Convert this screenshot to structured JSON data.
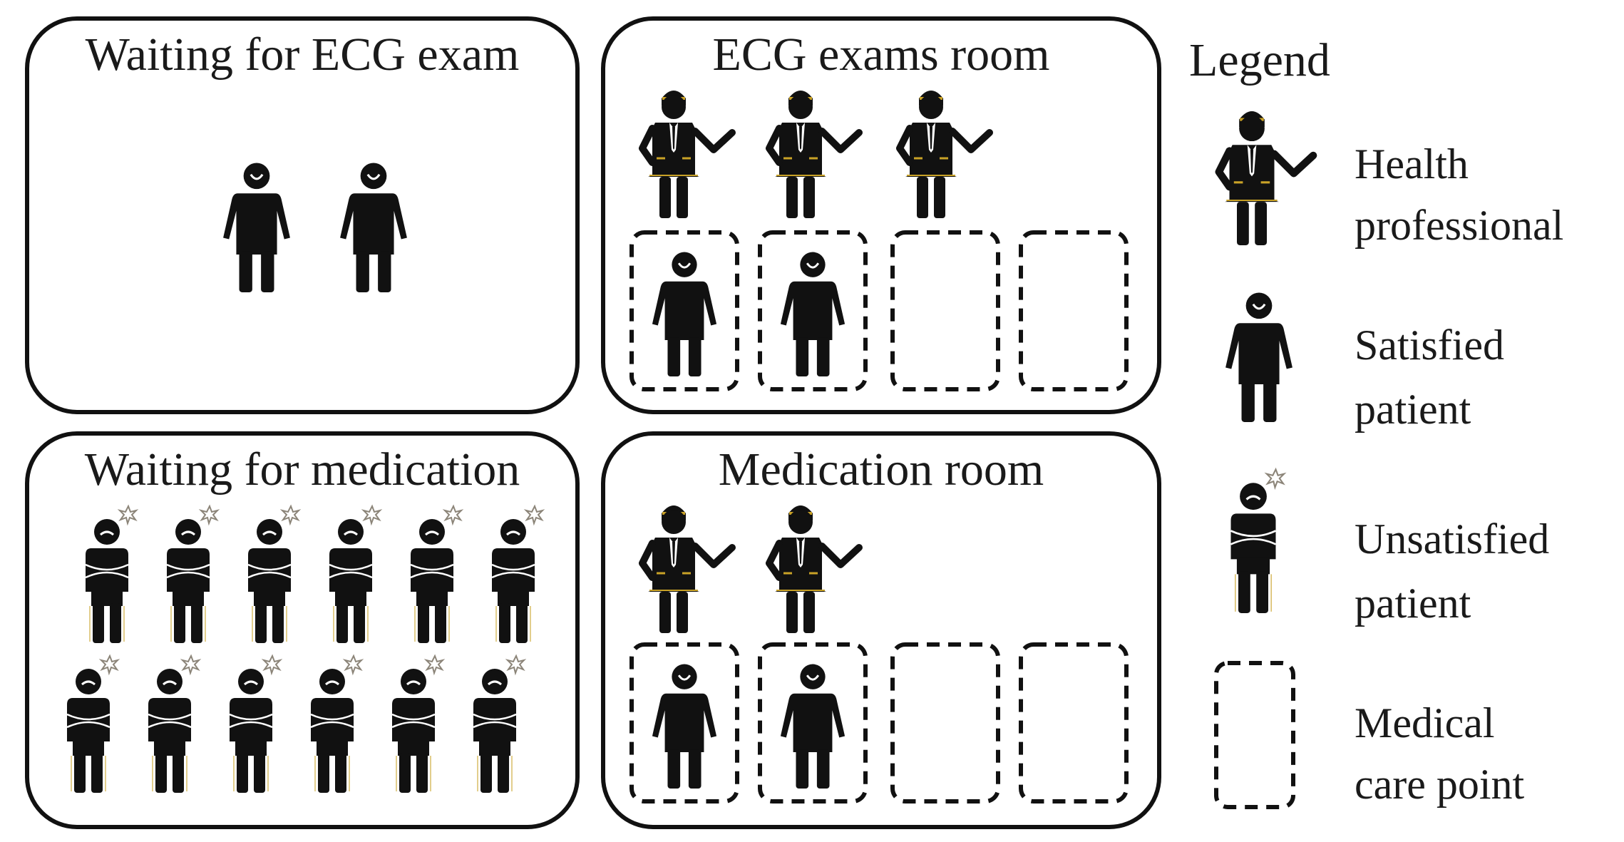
{
  "rooms": {
    "waiting_ecg": {
      "title": "Waiting for ECG exam",
      "satisfied_patients": 2
    },
    "ecg_room": {
      "title": "ECG exams room",
      "health_professionals": 3,
      "care_points": 4,
      "occupied_points": 2
    },
    "waiting_medication": {
      "title": "Waiting for medication",
      "unsatisfied_patients": 12
    },
    "medication_room": {
      "title": "Medication room",
      "health_professionals": 2,
      "care_points": 4,
      "occupied_points": 2
    }
  },
  "legend": {
    "title": "Legend",
    "items": [
      {
        "icon": "health-professional-icon",
        "line1": "Health",
        "line2": "professional"
      },
      {
        "icon": "satisfied-patient-icon",
        "line1": "Satisfied",
        "line2": "patient"
      },
      {
        "icon": "unsatisfied-patient-icon",
        "line1": "Unsatisfied",
        "line2": "patient"
      },
      {
        "icon": "medical-care-point-icon",
        "line1": "Medical",
        "line2": "care point"
      }
    ]
  },
  "colors": {
    "ink": "#111111",
    "gold": "#c9a227",
    "spark": "#c8c2b4"
  }
}
